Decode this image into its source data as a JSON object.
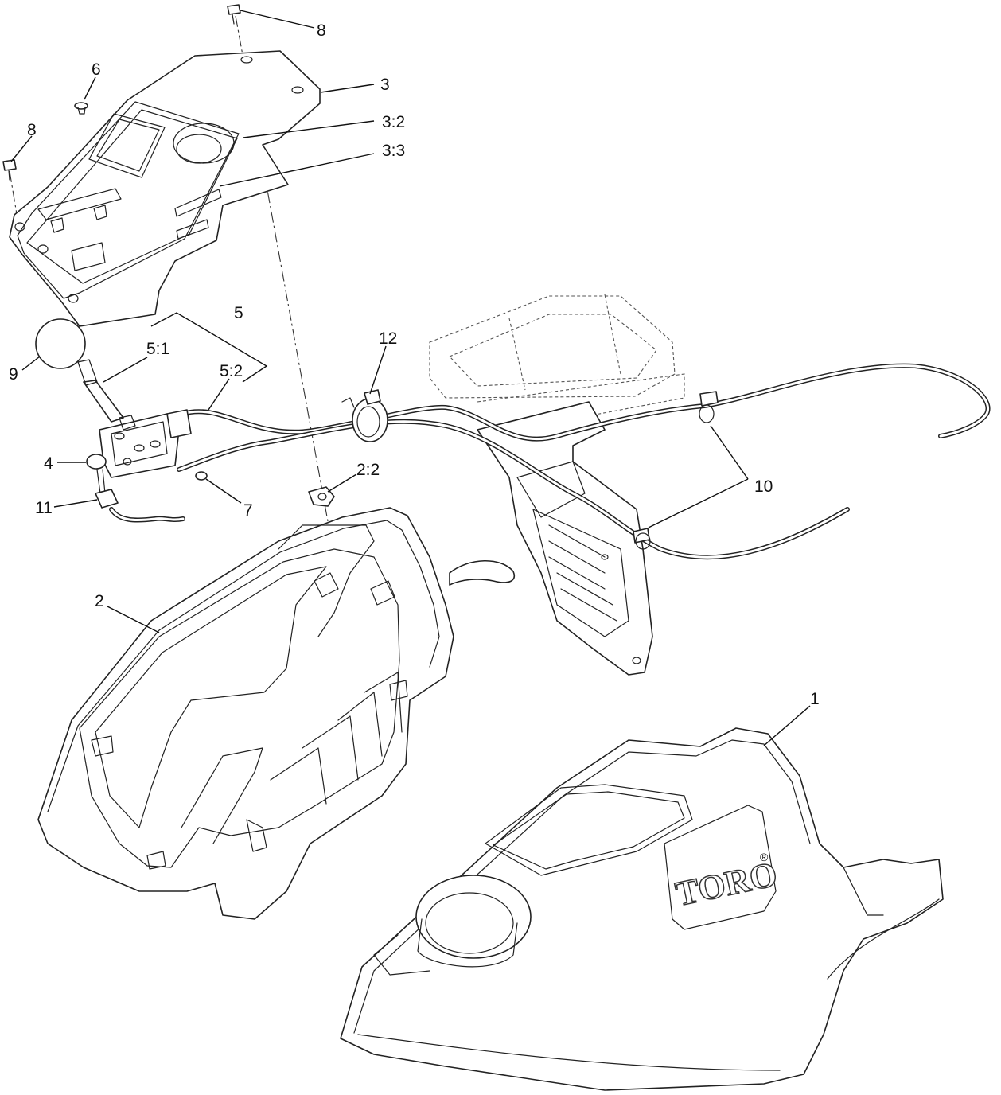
{
  "diagram": {
    "brand_text": "TORO",
    "registered_mark": "®",
    "callouts": [
      {
        "id": "c8a",
        "label": "8"
      },
      {
        "id": "c6",
        "label": "6"
      },
      {
        "id": "c3",
        "label": "3"
      },
      {
        "id": "c8b",
        "label": "8"
      },
      {
        "id": "c32",
        "label": "3:2"
      },
      {
        "id": "c33",
        "label": "3:3"
      },
      {
        "id": "c5",
        "label": "5"
      },
      {
        "id": "c12",
        "label": "12"
      },
      {
        "id": "c51",
        "label": "5:1"
      },
      {
        "id": "c9",
        "label": "9"
      },
      {
        "id": "c52",
        "label": "5:2"
      },
      {
        "id": "c4",
        "label": "4"
      },
      {
        "id": "c22",
        "label": "2:2"
      },
      {
        "id": "c10",
        "label": "10"
      },
      {
        "id": "c11",
        "label": "11"
      },
      {
        "id": "c7",
        "label": "7"
      },
      {
        "id": "c2",
        "label": "2"
      },
      {
        "id": "c1",
        "label": "1"
      }
    ]
  }
}
